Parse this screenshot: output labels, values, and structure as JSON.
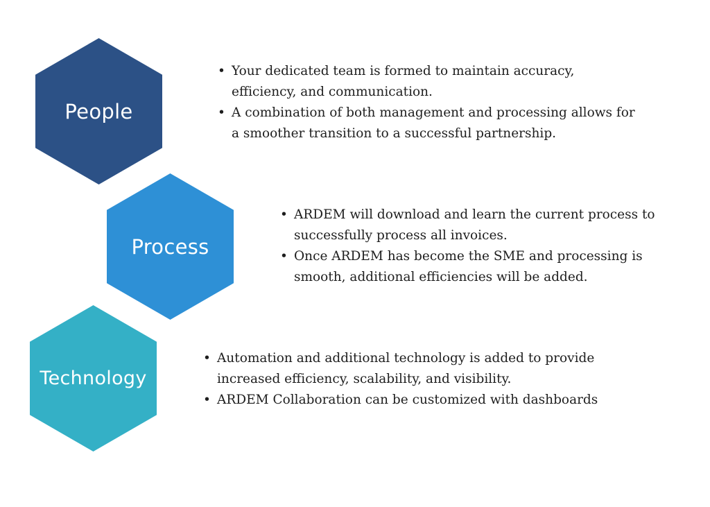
{
  "colors": {
    "people": "#2c5186",
    "process": "#2e90d6",
    "technology": "#34b0c6"
  },
  "sections": [
    {
      "label": "People",
      "bullets": [
        "Your dedicated team is formed to maintain accuracy, efficiency, and communication.",
        "A combination of both management and processing allows for a smoother transition to a successful partnership."
      ]
    },
    {
      "label": "Process",
      "bullets": [
        "ARDEM will download and learn the current process to successfully process all invoices.",
        "Once ARDEM has become the SME and processing is smooth, additional efficiencies will be added."
      ]
    },
    {
      "label": "Technology",
      "bullets": [
        "Automation and additional technology is added to provide increased efficiency, scalability, and visibility.",
        "ARDEM Collaboration can be customized with dashboards"
      ]
    }
  ]
}
